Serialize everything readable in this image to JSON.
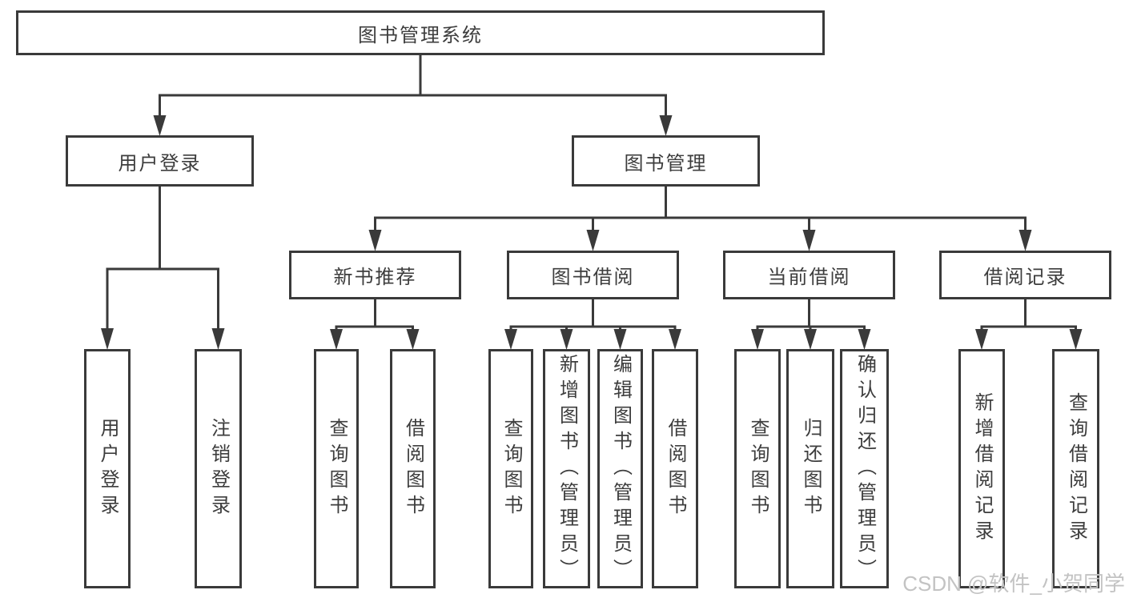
{
  "diagram": {
    "root": {
      "label": "图书管理系统",
      "children": [
        {
          "label": "用户登录",
          "children": [
            {
              "label": "用户登录"
            },
            {
              "label": "注销登录"
            }
          ]
        },
        {
          "label": "图书管理",
          "children": [
            {
              "label": "新书推荐",
              "children": [
                {
                  "label": "查询图书"
                },
                {
                  "label": "借阅图书"
                }
              ]
            },
            {
              "label": "图书借阅",
              "children": [
                {
                  "label": "查询图书"
                },
                {
                  "label": "新增图书（管理员）"
                },
                {
                  "label": "编辑图书（管理员）"
                },
                {
                  "label": "借阅图书"
                }
              ]
            },
            {
              "label": "当前借阅",
              "children": [
                {
                  "label": "查询图书"
                },
                {
                  "label": "归还图书"
                },
                {
                  "label": "确认归还（管理员）"
                }
              ]
            },
            {
              "label": "借阅记录",
              "children": [
                {
                  "label": "新增借阅记录"
                },
                {
                  "label": "查询借阅记录"
                }
              ]
            }
          ]
        }
      ]
    }
  },
  "watermark": {
    "text": "CSDN @软件_小贺同学"
  },
  "colors": {
    "line": "#3a3a3a",
    "text": "#3d3d3d",
    "background": "#ffffff",
    "watermark": "#c3c3c3"
  }
}
